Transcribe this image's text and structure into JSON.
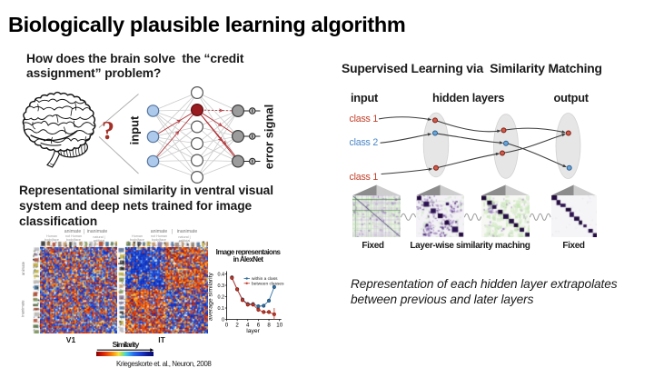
{
  "title": "Biologically plausible learning algorithm",
  "left_panel": {
    "question": "How does the brain solve  the “credit\nassignment” problem?",
    "question_mark": "?",
    "network": {
      "input_label": "input",
      "error_label": "error signal"
    },
    "rep_heading": "Representational similarity in ventral visual\nsystem and deep nets trained for image\nclassification",
    "rdm_figure": {
      "group_animate": "animate",
      "group_inanimate": "inanimate",
      "sub_human": "Human\nbody|face",
      "sub_not_human": "not Human\nbody|face",
      "sub_natural": "natural | artificial",
      "v1_label": "V1",
      "it_label": "IT",
      "similarity_label": "Similarity",
      "citation": "Kriegeskorte et. al., Neuron, 2008"
    }
  },
  "right_panel": {
    "heading": "Supervised Learning via  Similarity Matching",
    "columns": [
      "input",
      "hidden layers",
      "output"
    ],
    "classes": [
      {
        "text": "class 1",
        "color": "#c2402a"
      },
      {
        "text": "class 2",
        "color": "#4a86c8"
      },
      {
        "text": "class 1",
        "color": "#c2402a"
      }
    ],
    "captions": [
      "Fixed",
      "Layer-wise similarity maching",
      "Fixed"
    ],
    "note": "Representation of each hidden layer extrapolates\nbetween previous and later layers"
  },
  "colors": {
    "question_mark": "#a23028",
    "node_blue_fill": "#adc9ec",
    "node_blue_stroke": "#54749c",
    "node_red_fill": "#9a1c20",
    "node_red_stroke": "#5e0f12",
    "node_gray_fill": "#9c9c9c",
    "node_gray_stroke": "#3f3f3f",
    "edge_gray": "#cbcbcb",
    "arrow_red": "#b03035",
    "dot_red_fill": "#cd5c4c",
    "dot_red_stroke": "#7e1d12",
    "dot_blue_fill": "#6aa3d8",
    "dot_blue_stroke": "#2c5f8a",
    "ellipse_fill": "#e6e6e6",
    "flow_arrow": "#3c3c3c"
  },
  "chart_data": {
    "type": "line",
    "title": "Image representaions in AlexNet",
    "xlabel": "layer",
    "ylabel": "average similarity",
    "xlim": [
      0,
      10
    ],
    "ylim": [
      0,
      0.4
    ],
    "xticks": [
      0,
      2,
      4,
      6,
      8,
      10
    ],
    "yticks": [
      0,
      0.1,
      0.2,
      0.3,
      0.4
    ],
    "x": [
      1,
      2,
      3,
      4,
      5,
      6,
      7,
      8,
      9
    ],
    "series": [
      {
        "name": "within a class",
        "color": "#2e6fa3",
        "values": [
          0.37,
          0.265,
          0.175,
          0.135,
          0.135,
          0.115,
          0.12,
          0.165,
          0.285
        ]
      },
      {
        "name": "between classes",
        "color": "#c0392b",
        "values": [
          0.365,
          0.265,
          0.17,
          0.13,
          0.13,
          0.085,
          0.065,
          0.065,
          0.045
        ]
      }
    ],
    "error_bar_last_red": [
      0.0,
      0.1
    ],
    "legend_position": "top-right"
  }
}
